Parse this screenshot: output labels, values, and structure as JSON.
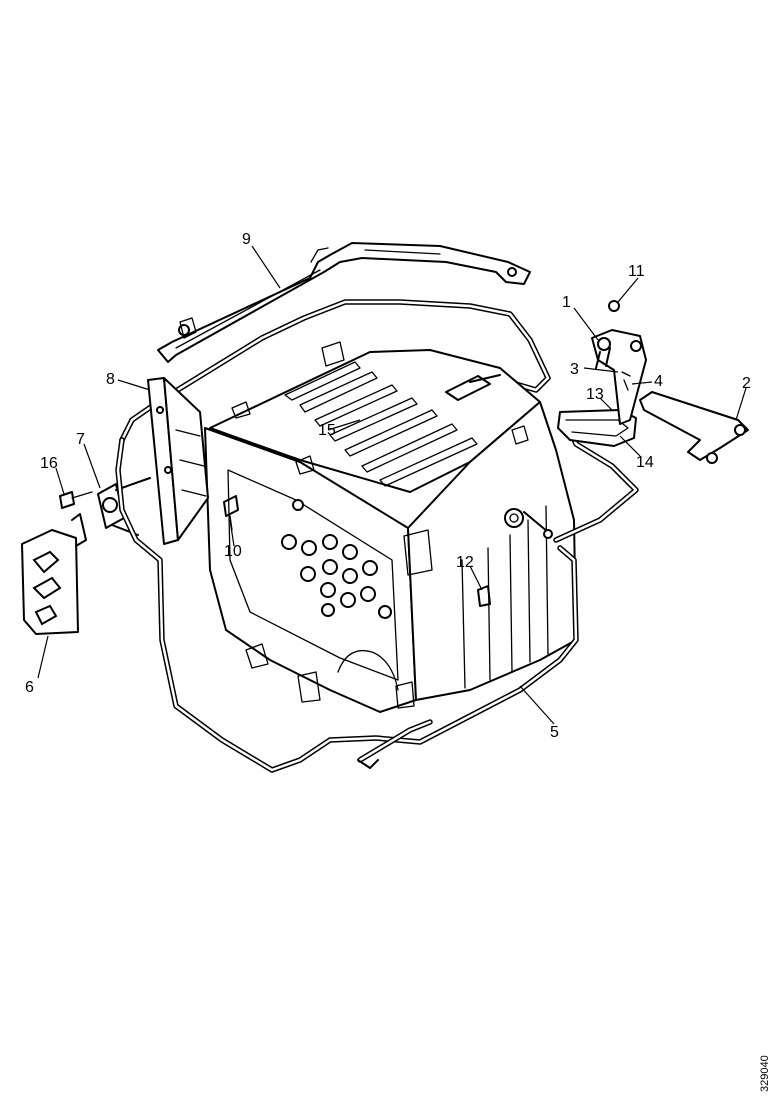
{
  "diagram": {
    "callouts": [
      {
        "id": "c1",
        "text": "1"
      },
      {
        "id": "c2",
        "text": "2"
      },
      {
        "id": "c3",
        "text": "3"
      },
      {
        "id": "c4",
        "text": "4"
      },
      {
        "id": "c5",
        "text": "5"
      },
      {
        "id": "c6",
        "text": "6"
      },
      {
        "id": "c7",
        "text": "7"
      },
      {
        "id": "c8",
        "text": "8"
      },
      {
        "id": "c9",
        "text": "9"
      },
      {
        "id": "c10",
        "text": "10"
      },
      {
        "id": "c11",
        "text": "11"
      },
      {
        "id": "c12",
        "text": "12"
      },
      {
        "id": "c13",
        "text": "13"
      },
      {
        "id": "c14",
        "text": "14"
      },
      {
        "id": "c15",
        "text": "15"
      },
      {
        "id": "c16",
        "text": "16"
      }
    ],
    "reference_number": "329040"
  }
}
